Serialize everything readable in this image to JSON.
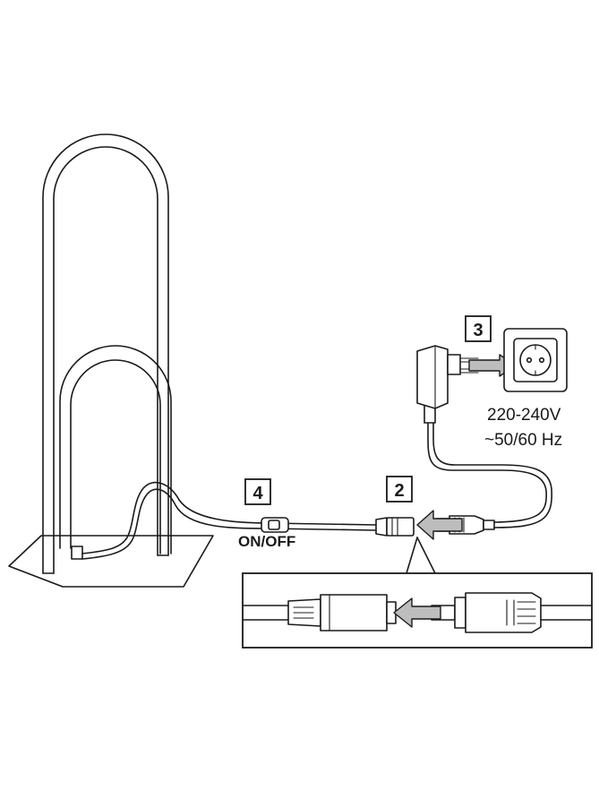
{
  "steps": {
    "plug_in_wall": "3",
    "connect_cable": "2",
    "switch": "4"
  },
  "labels": {
    "voltage": "220-240V",
    "frequency": "~50/60 Hz",
    "switch": "ON/OFF"
  },
  "colors": {
    "ink": "#1a1a1a",
    "arrow_fill": "#bdbdbd",
    "background": "#ffffff"
  }
}
